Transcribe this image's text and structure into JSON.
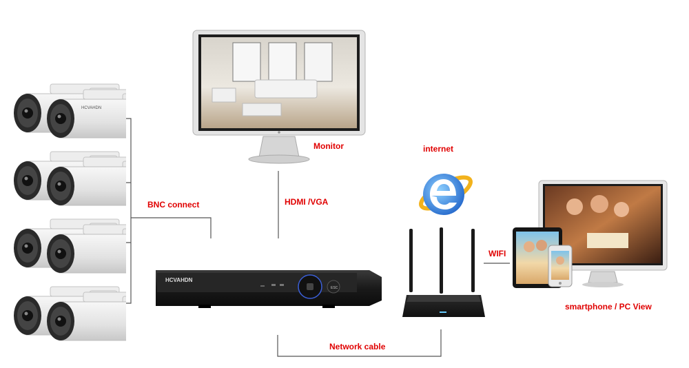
{
  "labels": {
    "monitor": "Monitor",
    "internet": "internet",
    "bnc": "BNC connect",
    "hdmi": "HDMI /VGA",
    "wifi": "WIFI",
    "view": "smartphone / PC View",
    "network": "Network cable"
  },
  "camera_brand": "HCVAHDN",
  "dvr_brand": "HCVAHDN",
  "dvr_key": "ESC",
  "colors": {
    "label_red": "#e00000",
    "line_gray": "#555555",
    "ie_blue": "#1e7ad8",
    "ie_ring": "#f2b21c",
    "device_black": "#1a1a1a"
  },
  "icons": [
    "camera-icon",
    "monitor-icon",
    "dvr-icon",
    "router-icon",
    "internet-explorer-icon",
    "tablet-icon",
    "smartphone-icon",
    "pc-monitor-icon"
  ]
}
